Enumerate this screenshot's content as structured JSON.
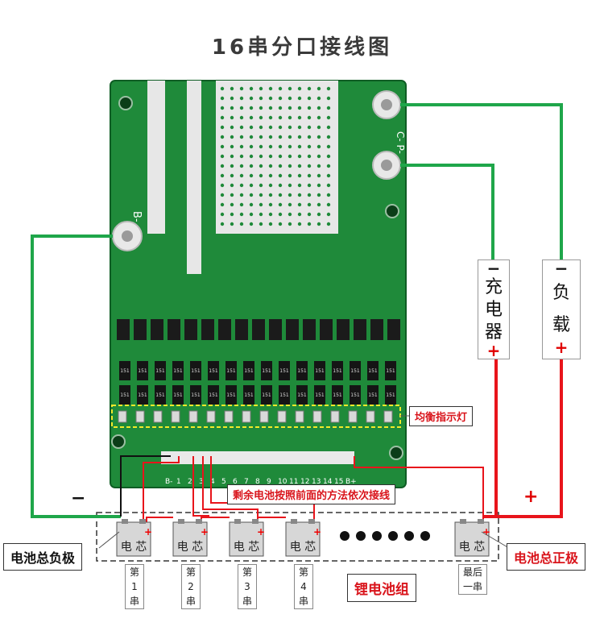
{
  "title": "16串分口接线图",
  "board": {
    "bminus_silk": "B-",
    "cp_silk": "C- P-",
    "terminal_labels": [
      "B-",
      "1",
      "2",
      "3",
      "4",
      "5",
      "6",
      "7",
      "8",
      "9",
      "10",
      "11",
      "12",
      "13",
      "14",
      "15",
      "B+"
    ],
    "resistor_mark": "151"
  },
  "labels": {
    "balance_led": "均衡指示灯",
    "remaining": "剩余电池按照前面的方法依次接线",
    "pack_negative": "电池总负极",
    "pack_positive": "电池总正极",
    "lithium_pack": "锂电池组",
    "minus_sign": "−",
    "plus_sign": "+"
  },
  "charger": {
    "minus": "−",
    "text": [
      "充",
      "电",
      "器"
    ],
    "plus": "+"
  },
  "load": {
    "minus": "−",
    "text": [
      "负",
      "载"
    ],
    "plus": "+"
  },
  "cells": [
    {
      "label": "电 芯",
      "series": [
        "第",
        "1",
        "串"
      ]
    },
    {
      "label": "电 芯",
      "series": [
        "第",
        "2",
        "串"
      ]
    },
    {
      "label": "电 芯",
      "series": [
        "第",
        "3",
        "串"
      ]
    },
    {
      "label": "电 芯",
      "series": [
        "第",
        "4",
        "串"
      ]
    },
    {
      "label": "电 芯",
      "series": [
        "最后",
        "一串"
      ]
    }
  ],
  "colors": {
    "pcb": "#1f8a3a",
    "green_wire": "#1fa64a",
    "red_wire": "#e8141b",
    "black_wire": "#111111"
  }
}
